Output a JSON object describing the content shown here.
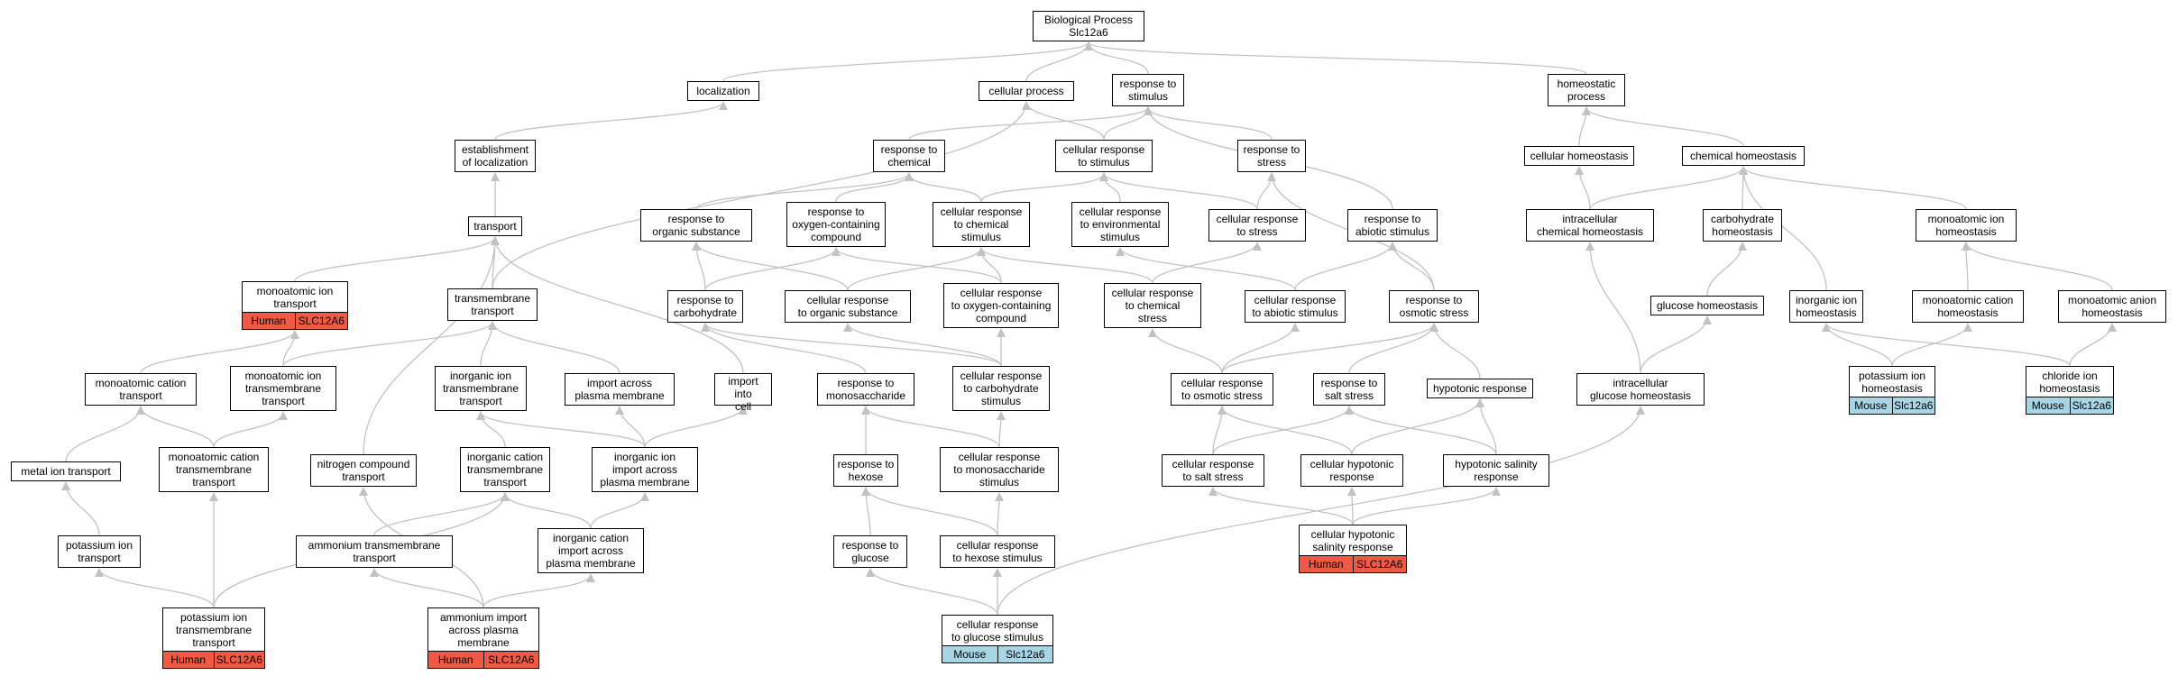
{
  "colors": {
    "human": "#f05a44",
    "mouse": "#a8d5e6",
    "edge": "#c2c2c2"
  },
  "nodes": [
    {
      "id": "root",
      "label": "Biological Process\nSlc12a6"
    },
    {
      "id": "localization",
      "label": "localization"
    },
    {
      "id": "cellular_process",
      "label": "cellular process"
    },
    {
      "id": "response_stimulus",
      "label": "response to\nstimulus"
    },
    {
      "id": "homeostatic",
      "label": "homeostatic\nprocess"
    },
    {
      "id": "establishment",
      "label": "establishment\nof localization"
    },
    {
      "id": "resp_chemical",
      "label": "response to\nchemical"
    },
    {
      "id": "cell_resp_stimulus",
      "label": "cellular response\nto stimulus"
    },
    {
      "id": "resp_stress",
      "label": "response to\nstress"
    },
    {
      "id": "cellular_homeostasis",
      "label": "cellular homeostasis"
    },
    {
      "id": "chemical_homeostasis",
      "label": "chemical homeostasis"
    },
    {
      "id": "transport",
      "label": "transport"
    },
    {
      "id": "resp_organic",
      "label": "response to\norganic substance"
    },
    {
      "id": "resp_oxygen",
      "label": "response to\noxygen-containing\ncompound"
    },
    {
      "id": "cell_resp_chemical",
      "label": "cellular response\nto chemical\nstimulus"
    },
    {
      "id": "cell_resp_environmental",
      "label": "cellular response\nto environmental\nstimulus"
    },
    {
      "id": "cell_resp_stress",
      "label": "cellular response\nto stress"
    },
    {
      "id": "resp_abiotic",
      "label": "response to\nabiotic stimulus"
    },
    {
      "id": "intracellular_chem_homeo",
      "label": "intracellular\nchemical homeostasis"
    },
    {
      "id": "carbohydrate_homeo",
      "label": "carbohydrate\nhomeostasis"
    },
    {
      "id": "monoatomic_ion_homeo",
      "label": "monoatomic ion\nhomeostasis"
    },
    {
      "id": "monoatomic_ion_transport",
      "label": "monoatomic ion\ntransport",
      "tags": [
        "Human",
        "SLC12A6"
      ],
      "species": "human"
    },
    {
      "id": "transmembrane_transport",
      "label": "transmembrane\ntransport"
    },
    {
      "id": "resp_carbohydrate",
      "label": "response to\ncarbohydrate"
    },
    {
      "id": "cell_resp_organic",
      "label": "cellular response\nto organic substance"
    },
    {
      "id": "cell_resp_oxygen",
      "label": "cellular response\nto oxygen-containing\ncompound"
    },
    {
      "id": "cell_resp_chemical_stress",
      "label": "cellular response\nto chemical\nstress"
    },
    {
      "id": "cell_resp_abiotic",
      "label": "cellular response\nto abiotic stimulus"
    },
    {
      "id": "resp_osmotic",
      "label": "response to\nosmotic stress"
    },
    {
      "id": "glucose_homeo",
      "label": "glucose homeostasis"
    },
    {
      "id": "inorganic_ion_homeo",
      "label": "inorganic ion\nhomeostasis"
    },
    {
      "id": "monoatomic_cation_homeo",
      "label": "monoatomic cation\nhomeostasis"
    },
    {
      "id": "monoatomic_anion_homeo",
      "label": "monoatomic anion\nhomeostasis"
    },
    {
      "id": "monoatomic_cation_transport",
      "label": "monoatomic cation\ntransport"
    },
    {
      "id": "monoatomic_ion_tm_transport",
      "label": "monoatomic ion\ntransmembrane\ntransport"
    },
    {
      "id": "inorganic_ion_tm_transport",
      "label": "inorganic ion\ntransmembrane\ntransport"
    },
    {
      "id": "import_across_pm",
      "label": "import across\nplasma membrane"
    },
    {
      "id": "import_into_cell",
      "label": "import into\ncell"
    },
    {
      "id": "resp_monosaccharide",
      "label": "response to\nmonosaccharide"
    },
    {
      "id": "cell_resp_carbohydrate",
      "label": "cellular response\nto carbohydrate\nstimulus"
    },
    {
      "id": "cell_resp_osmotic",
      "label": "cellular response\nto osmotic stress"
    },
    {
      "id": "resp_salt",
      "label": "response to\nsalt stress"
    },
    {
      "id": "hypotonic_response",
      "label": "hypotonic response"
    },
    {
      "id": "intracellular_glucose_homeo",
      "label": "intracellular\nglucose homeostasis"
    },
    {
      "id": "potassium_ion_homeo",
      "label": "potassium ion\nhomeostasis",
      "tags": [
        "Mouse",
        "Slc12a6"
      ],
      "species": "mouse"
    },
    {
      "id": "chloride_ion_homeo",
      "label": "chloride ion\nhomeostasis",
      "tags": [
        "Mouse",
        "Slc12a6"
      ],
      "species": "mouse"
    },
    {
      "id": "metal_ion_transport",
      "label": "metal ion transport"
    },
    {
      "id": "monoatomic_cation_tm_transport",
      "label": "monoatomic cation\ntransmembrane\ntransport"
    },
    {
      "id": "nitrogen_compound_transport",
      "label": "nitrogen compound\ntransport"
    },
    {
      "id": "inorganic_cation_tm_transport",
      "label": "inorganic cation\ntransmembrane\ntransport"
    },
    {
      "id": "inorganic_ion_import_pm",
      "label": "inorganic ion\nimport across\nplasma membrane"
    },
    {
      "id": "resp_hexose",
      "label": "response to\nhexose"
    },
    {
      "id": "cell_resp_monosaccharide",
      "label": "cellular response\nto monosaccharide\nstimulus"
    },
    {
      "id": "cell_resp_salt",
      "label": "cellular response\nto salt stress"
    },
    {
      "id": "cell_hypotonic_response",
      "label": "cellular hypotonic\nresponse"
    },
    {
      "id": "hypotonic_salinity",
      "label": "hypotonic salinity\nresponse"
    },
    {
      "id": "potassium_ion_transport",
      "label": "potassium ion\ntransport"
    },
    {
      "id": "ammonium_tm_transport",
      "label": "ammonium transmembrane\ntransport"
    },
    {
      "id": "inorganic_cation_import_pm",
      "label": "inorganic cation\nimport across\nplasma membrane"
    },
    {
      "id": "resp_glucose",
      "label": "response to\nglucose"
    },
    {
      "id": "cell_resp_hexose",
      "label": "cellular response\nto hexose stimulus"
    },
    {
      "id": "cell_hypotonic_salinity",
      "label": "cellular hypotonic\nsalinity response",
      "tags": [
        "Human",
        "SLC12A6"
      ],
      "species": "human"
    },
    {
      "id": "potassium_ion_tm_transport",
      "label": "potassium ion\ntransmembrane\ntransport",
      "tags": [
        "Human",
        "SLC12A6"
      ],
      "species": "human"
    },
    {
      "id": "ammonium_import_pm",
      "label": "ammonium import\nacross plasma\nmembrane",
      "tags": [
        "Human",
        "SLC12A6"
      ],
      "species": "human"
    },
    {
      "id": "cell_resp_glucose",
      "label": "cellular response\nto glucose stimulus",
      "tags": [
        "Mouse",
        "Slc12a6"
      ],
      "species": "mouse"
    }
  ],
  "edges": [
    [
      "localization",
      "root"
    ],
    [
      "cellular_process",
      "root"
    ],
    [
      "response_stimulus",
      "root"
    ],
    [
      "homeostatic",
      "root"
    ],
    [
      "establishment",
      "localization"
    ],
    [
      "resp_chemical",
      "response_stimulus"
    ],
    [
      "cell_resp_stimulus",
      "response_stimulus"
    ],
    [
      "cell_resp_stimulus",
      "cellular_process"
    ],
    [
      "resp_stress",
      "response_stimulus"
    ],
    [
      "cellular_homeostasis",
      "homeostatic"
    ],
    [
      "chemical_homeostasis",
      "homeostatic"
    ],
    [
      "transport",
      "establishment"
    ],
    [
      "resp_organic",
      "resp_chemical"
    ],
    [
      "resp_oxygen",
      "resp_chemical"
    ],
    [
      "cell_resp_chemical",
      "resp_chemical"
    ],
    [
      "cell_resp_chemical",
      "cell_resp_stimulus"
    ],
    [
      "cell_resp_environmental",
      "cell_resp_stimulus"
    ],
    [
      "cell_resp_stress",
      "cell_resp_stimulus"
    ],
    [
      "cell_resp_stress",
      "resp_stress"
    ],
    [
      "resp_abiotic",
      "response_stimulus"
    ],
    [
      "intracellular_chem_homeo",
      "cellular_homeostasis"
    ],
    [
      "intracellular_chem_homeo",
      "chemical_homeostasis"
    ],
    [
      "carbohydrate_homeo",
      "chemical_homeostasis"
    ],
    [
      "monoatomic_ion_homeo",
      "chemical_homeostasis"
    ],
    [
      "monoatomic_ion_transport",
      "transport"
    ],
    [
      "transmembrane_transport",
      "transport"
    ],
    [
      "transmembrane_transport",
      "cellular_process"
    ],
    [
      "resp_carbohydrate",
      "resp_oxygen"
    ],
    [
      "resp_carbohydrate",
      "resp_organic"
    ],
    [
      "cell_resp_organic",
      "resp_organic"
    ],
    [
      "cell_resp_organic",
      "cell_resp_chemical"
    ],
    [
      "cell_resp_oxygen",
      "resp_oxygen"
    ],
    [
      "cell_resp_oxygen",
      "cell_resp_chemical"
    ],
    [
      "cell_resp_chemical_stress",
      "cell_resp_chemical"
    ],
    [
      "cell_resp_chemical_stress",
      "cell_resp_stress"
    ],
    [
      "cell_resp_abiotic",
      "resp_abiotic"
    ],
    [
      "cell_resp_abiotic",
      "cell_resp_environmental"
    ],
    [
      "resp_osmotic",
      "resp_abiotic"
    ],
    [
      "resp_osmotic",
      "resp_stress"
    ],
    [
      "glucose_homeo",
      "carbohydrate_homeo"
    ],
    [
      "inorganic_ion_homeo",
      "chemical_homeostasis"
    ],
    [
      "monoatomic_cation_homeo",
      "monoatomic_ion_homeo"
    ],
    [
      "monoatomic_anion_homeo",
      "monoatomic_ion_homeo"
    ],
    [
      "monoatomic_cation_transport",
      "monoatomic_ion_transport"
    ],
    [
      "monoatomic_ion_tm_transport",
      "monoatomic_ion_transport"
    ],
    [
      "monoatomic_ion_tm_transport",
      "transmembrane_transport"
    ],
    [
      "inorganic_ion_tm_transport",
      "transmembrane_transport"
    ],
    [
      "import_across_pm",
      "transmembrane_transport"
    ],
    [
      "import_into_cell",
      "transport"
    ],
    [
      "resp_monosaccharide",
      "resp_carbohydrate"
    ],
    [
      "cell_resp_carbohydrate",
      "resp_carbohydrate"
    ],
    [
      "cell_resp_carbohydrate",
      "cell_resp_oxygen"
    ],
    [
      "cell_resp_carbohydrate",
      "cell_resp_organic"
    ],
    [
      "cell_resp_osmotic",
      "resp_osmotic"
    ],
    [
      "cell_resp_osmotic",
      "cell_resp_abiotic"
    ],
    [
      "cell_resp_osmotic",
      "cell_resp_chemical_stress"
    ],
    [
      "resp_salt",
      "resp_osmotic"
    ],
    [
      "hypotonic_response",
      "resp_osmotic"
    ],
    [
      "intracellular_glucose_homeo",
      "glucose_homeo"
    ],
    [
      "intracellular_glucose_homeo",
      "intracellular_chem_homeo"
    ],
    [
      "potassium_ion_homeo",
      "inorganic_ion_homeo"
    ],
    [
      "potassium_ion_homeo",
      "monoatomic_cation_homeo"
    ],
    [
      "chloride_ion_homeo",
      "inorganic_ion_homeo"
    ],
    [
      "chloride_ion_homeo",
      "monoatomic_anion_homeo"
    ],
    [
      "metal_ion_transport",
      "monoatomic_cation_transport"
    ],
    [
      "monoatomic_cation_tm_transport",
      "monoatomic_cation_transport"
    ],
    [
      "monoatomic_cation_tm_transport",
      "monoatomic_ion_tm_transport"
    ],
    [
      "nitrogen_compound_transport",
      "transport"
    ],
    [
      "inorganic_cation_tm_transport",
      "inorganic_ion_tm_transport"
    ],
    [
      "inorganic_ion_import_pm",
      "import_across_pm"
    ],
    [
      "inorganic_ion_import_pm",
      "import_into_cell"
    ],
    [
      "inorganic_ion_import_pm",
      "inorganic_ion_tm_transport"
    ],
    [
      "resp_hexose",
      "resp_monosaccharide"
    ],
    [
      "cell_resp_monosaccharide",
      "resp_monosaccharide"
    ],
    [
      "cell_resp_monosaccharide",
      "cell_resp_carbohydrate"
    ],
    [
      "cell_resp_salt",
      "resp_salt"
    ],
    [
      "cell_resp_salt",
      "cell_resp_osmotic"
    ],
    [
      "cell_hypotonic_response",
      "hypotonic_response"
    ],
    [
      "cell_hypotonic_response",
      "cell_resp_osmotic"
    ],
    [
      "hypotonic_salinity",
      "hypotonic_response"
    ],
    [
      "hypotonic_salinity",
      "resp_salt"
    ],
    [
      "potassium_ion_transport",
      "metal_ion_transport"
    ],
    [
      "ammonium_tm_transport",
      "inorganic_cation_tm_transport"
    ],
    [
      "inorganic_cation_import_pm",
      "inorganic_cation_tm_transport"
    ],
    [
      "inorganic_cation_import_pm",
      "inorganic_ion_import_pm"
    ],
    [
      "resp_glucose",
      "resp_hexose"
    ],
    [
      "cell_resp_hexose",
      "resp_hexose"
    ],
    [
      "cell_resp_hexose",
      "cell_resp_monosaccharide"
    ],
    [
      "cell_hypotonic_salinity",
      "cell_hypotonic_response"
    ],
    [
      "cell_hypotonic_salinity",
      "cell_resp_salt"
    ],
    [
      "cell_hypotonic_salinity",
      "hypotonic_salinity"
    ],
    [
      "potassium_ion_tm_transport",
      "potassium_ion_transport"
    ],
    [
      "potassium_ion_tm_transport",
      "monoatomic_cation_tm_transport"
    ],
    [
      "potassium_ion_tm_transport",
      "inorganic_cation_tm_transport"
    ],
    [
      "ammonium_import_pm",
      "ammonium_tm_transport"
    ],
    [
      "ammonium_import_pm",
      "inorganic_cation_import_pm"
    ],
    [
      "ammonium_import_pm",
      "nitrogen_compound_transport"
    ],
    [
      "cell_resp_glucose",
      "resp_glucose"
    ],
    [
      "cell_resp_glucose",
      "cell_resp_hexose"
    ],
    [
      "cell_resp_glucose",
      "intracellular_glucose_homeo"
    ]
  ]
}
